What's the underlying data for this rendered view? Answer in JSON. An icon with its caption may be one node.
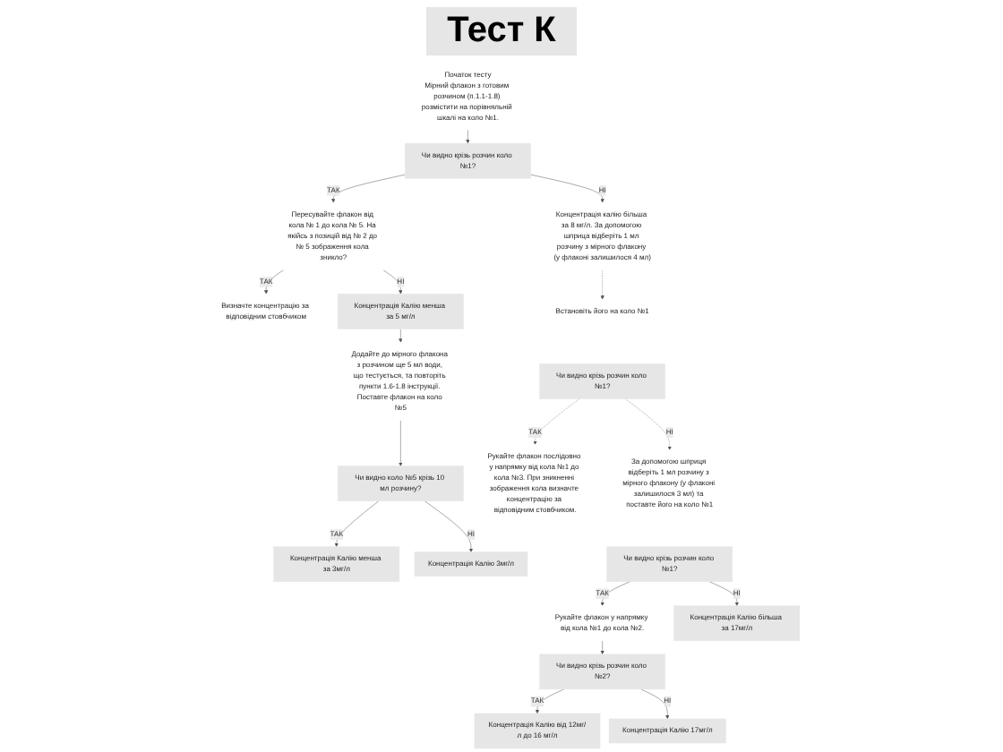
{
  "diagram": {
    "title": "Тест К",
    "nodes": [
      {
        "text": [
          "Початок тесту",
          "Мірний флакон з готовим розчином (п.1.1-1.8) розмістити на порівняльній шкалі на коло №1."
        ]
      },
      {
        "text": [
          "Чи видно крізь розчин коло №1?"
        ]
      },
      {
        "text": [
          "Пересувайте флакон від кола № 1 до кола № 5. На якійсь з позицій від № 2 до № 5 зображення кола зникло?"
        ]
      },
      {
        "text": [
          "Концентрація калію більша за 8 мг/л. За допомогою шприца відберіть 1 мл розчину з мірного флакону (у флаконі залишилося 4 мл)"
        ]
      },
      {
        "text": [
          "Визначте концентрацію за відповідним стовбчиком"
        ]
      },
      {
        "text": [
          "Концентрація Калію менша за 5 мг/л"
        ]
      },
      {
        "text": [
          "Встановіть його на коло №1"
        ]
      },
      {
        "text": [
          "Чи видно крізь розчин коло №1?"
        ]
      },
      {
        "text": [
          "Додайте до мірного флакона з розчином ще 5 мл води, що тестується, та повторіть пункти 1.6-1.8 інструкції. Поставте флакон на коло №5"
        ]
      },
      {
        "text": [
          "Рукайте флакон послідовно у напрямку від кола №1 до кола №3. При зникненні зображення кола визначте концентрацію за відповідним стовбчиком."
        ]
      },
      {
        "text": [
          "Чи видно коло №5 крізь 10 мл розчину?"
        ]
      },
      {
        "text": [
          "Концентрація Калію менша за 3мг/л"
        ]
      },
      {
        "text": [
          "Концентрація Калію 3мг/л"
        ]
      },
      {
        "text": [
          "За допомогою шприця відберіть 1 мл розчину з мірного флакону (у флаконі залишилося 3 мл) та поставте його на коло №1"
        ]
      },
      {
        "text": [
          "Чи видно крізь розчин коло №1?"
        ]
      },
      {
        "text": [
          "Рукайте флакон у напрямку від кола №1 до кола №2."
        ]
      },
      {
        "text": [
          "Концентрація Калію більша за 17мг/л"
        ]
      },
      {
        "text": [
          "Чи видно крізь розчин коло №2?"
        ]
      },
      {
        "text": [
          "Концентрація Калію від 12мг/л до 16 мг/л"
        ]
      },
      {
        "text": [
          "Концентрація Калію 17мг/л"
        ]
      }
    ],
    "edges": [
      {
        "from": 0,
        "to": 1,
        "arrow": "to"
      },
      {
        "from": 1,
        "to": 2,
        "arrow": "to",
        "label": "ТАК"
      },
      {
        "from": 1,
        "to": 3,
        "arrow": "to",
        "label": "НІ"
      },
      {
        "from": 2,
        "to": 4,
        "arrow": "to",
        "label": "ТАК"
      },
      {
        "from": 2,
        "to": 5,
        "arrow": "to",
        "label": "НІ"
      },
      {
        "from": 5,
        "to": 8,
        "arrow": "to"
      },
      {
        "from": 3,
        "to": 6,
        "arrow": "to",
        "style": "dashed"
      },
      {
        "from": 7,
        "to": 9,
        "arrow": "to",
        "label": "ТАК",
        "style": "dashed"
      },
      {
        "from": 7,
        "to": 13,
        "arrow": "to",
        "label": "НІ",
        "style": "dashed"
      },
      {
        "from": 8,
        "to": 10,
        "arrow": "to"
      },
      {
        "from": 10,
        "to": 11,
        "arrow": "to",
        "label": "ТАК"
      },
      {
        "from": 10,
        "to": 12,
        "arrow": "to",
        "label": "НІ"
      },
      {
        "from": 14,
        "to": 15,
        "arrow": "to",
        "label": "ТАК"
      },
      {
        "from": 14,
        "to": 16,
        "arrow": "to",
        "label": "НІ"
      },
      {
        "from": 15,
        "to": 17,
        "arrow": "to"
      },
      {
        "from": 17,
        "to": 18,
        "arrow": "to",
        "label": "ТАК"
      },
      {
        "from": 17,
        "to": 19,
        "arrow": "to",
        "label": "НІ"
      }
    ]
  }
}
